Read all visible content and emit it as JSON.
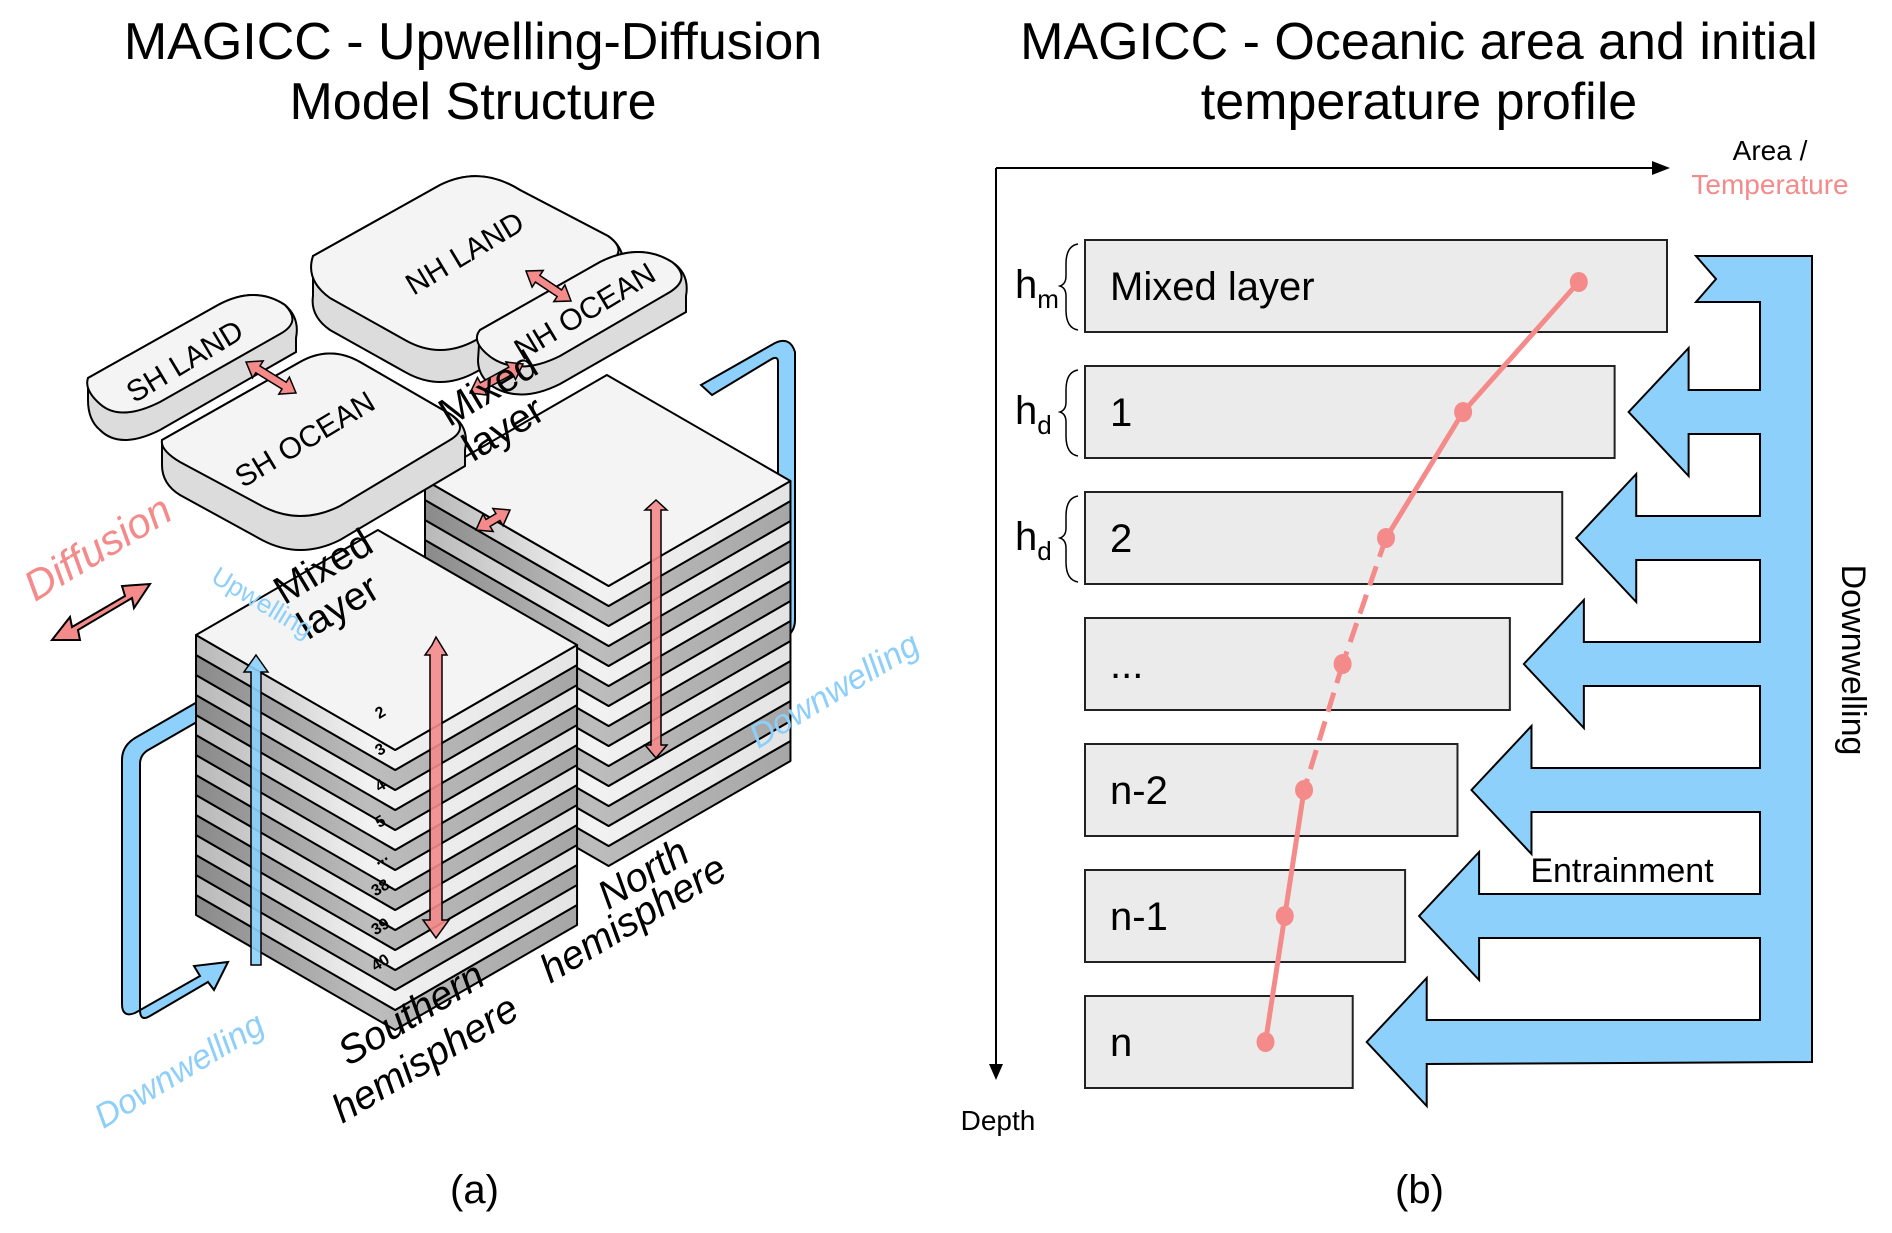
{
  "panel_a": {
    "title_line1": "MAGICC - Upwelling-Diffusion",
    "title_line2": "Model Structure",
    "label": "(a)",
    "boxes": {
      "nh_land": "NH LAND",
      "sh_land": "SH LAND",
      "nh_ocean": "NH OCEAN",
      "sh_ocean": "SH OCEAN"
    },
    "mixed_layer_line1": "Mixed",
    "mixed_layer_line2": "layer",
    "layer_numbers": [
      "2",
      "3",
      "4",
      "5",
      "...",
      "38",
      "39",
      "40"
    ],
    "diffusion_label": "Diffusion",
    "upwelling_label": "Upwelling",
    "downwelling_label": "Downwelling",
    "south_line1": "Southern",
    "south_line2": "hemisphere",
    "north_line1": "North",
    "north_line2": "hemisphere"
  },
  "panel_b": {
    "title_line1": "MAGICC - Oceanic area and initial",
    "title_line2": "temperature profile",
    "label": "(b)",
    "x_axis_label_line1": "Area /",
    "x_axis_label_line2": "Temperature",
    "y_axis_label": "Depth",
    "layers": [
      {
        "name": "Mixed layer",
        "thickness_symbol": "h",
        "thickness_sub": "m"
      },
      {
        "name": "1",
        "thickness_symbol": "h",
        "thickness_sub": "d"
      },
      {
        "name": "2",
        "thickness_symbol": "h",
        "thickness_sub": "d"
      },
      {
        "name": "...",
        "thickness_symbol": "",
        "thickness_sub": ""
      },
      {
        "name": "n-2",
        "thickness_symbol": "",
        "thickness_sub": ""
      },
      {
        "name": "n-1",
        "thickness_symbol": "",
        "thickness_sub": ""
      },
      {
        "name": "n",
        "thickness_symbol": "",
        "thickness_sub": ""
      }
    ],
    "relative_area": [
      1.0,
      0.91,
      0.82,
      0.73,
      0.64,
      0.55,
      0.46
    ],
    "relative_temperature": [
      0.9,
      0.66,
      0.5,
      0.41,
      0.33,
      0.29,
      0.25
    ],
    "entrainment_label": "Entrainment",
    "downwelling_label": "Downwelling"
  },
  "colors": {
    "diffusion_red": "#f48a8a",
    "water_blue": "#8dd0fc",
    "box_fill": "#ebebeb",
    "layer_light": "#f4f4f4",
    "layer_dark": "#a9a9a9",
    "label_blue": "#8ecffa",
    "label_red": "#f48a8a"
  }
}
